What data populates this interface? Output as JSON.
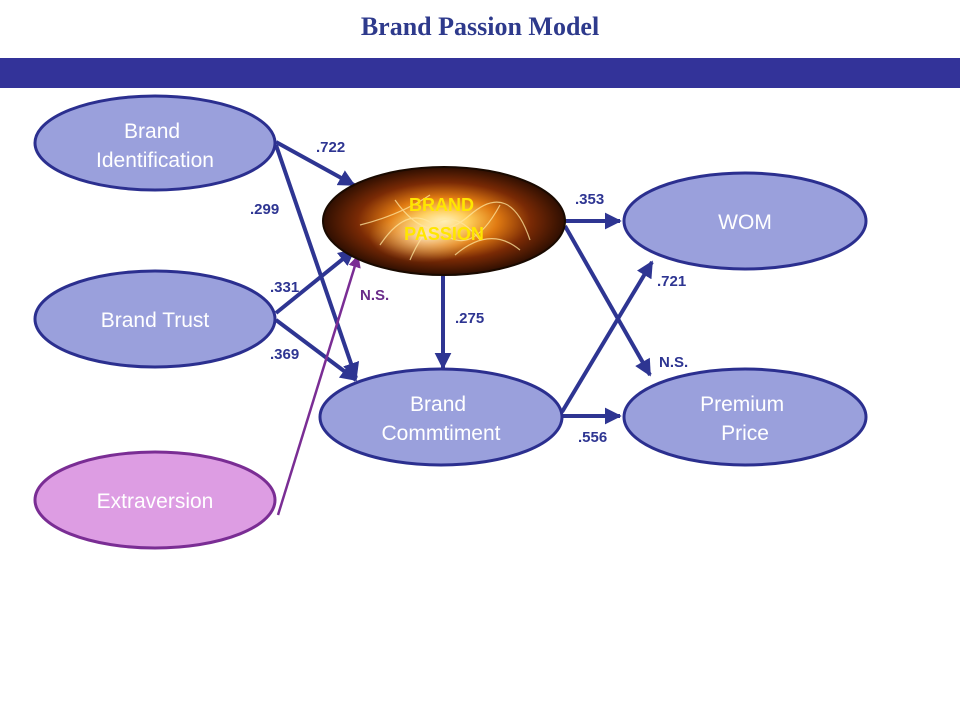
{
  "title": "Brand Passion Model",
  "colors": {
    "title": "#2e3a8c",
    "band": "#333399",
    "node_fill": "#9aa0dc",
    "node_stroke": "#2b2f8f",
    "extraversion_fill": "#dd9de3",
    "extraversion_stroke": "#7a2d94",
    "arrow": "#2e3592",
    "arrow_ns": "#7a2d94",
    "coef": "#2e3592",
    "coef_ns": "#6a2b8a",
    "passion_text": "#ffe600"
  },
  "nodes": {
    "brand_identification": [
      "Brand",
      "Identification"
    ],
    "brand_trust": [
      "Brand Trust"
    ],
    "extraversion": [
      "Extraversion"
    ],
    "brand_passion": [
      "BRAND",
      "PASSION"
    ],
    "brand_commitment": [
      "Brand",
      "Commtiment"
    ],
    "wom": [
      "WOM"
    ],
    "premium_price": [
      "Premium",
      "Price"
    ]
  },
  "paths": [
    {
      "from": "brand_identification",
      "to": "brand_passion",
      "label": ".722"
    },
    {
      "from": "brand_identification",
      "to": "brand_commitment",
      "label": ".299"
    },
    {
      "from": "brand_trust",
      "to": "brand_passion",
      "label": ".331"
    },
    {
      "from": "brand_trust",
      "to": "brand_commitment",
      "label": ".369"
    },
    {
      "from": "extraversion",
      "to": "brand_passion",
      "label": "N.S."
    },
    {
      "from": "brand_passion",
      "to": "brand_commitment",
      "label": ".275"
    },
    {
      "from": "brand_passion",
      "to": "wom",
      "label": ".353"
    },
    {
      "from": "brand_passion",
      "to": "premium_price",
      "label": "N.S."
    },
    {
      "from": "brand_commitment",
      "to": "wom",
      "label": ".721"
    },
    {
      "from": "brand_commitment",
      "to": "premium_price",
      "label": ".556"
    }
  ]
}
